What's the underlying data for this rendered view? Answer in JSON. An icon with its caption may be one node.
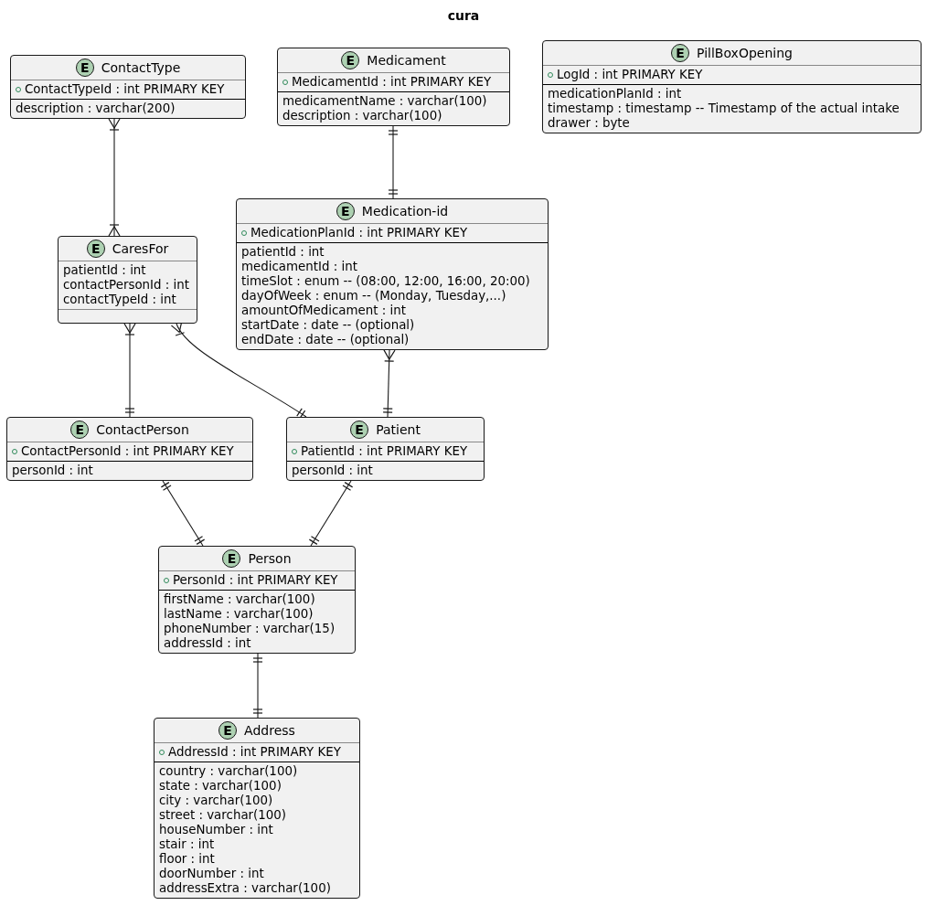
{
  "diagram": {
    "title": "cura",
    "nodes": [
      {
        "text": [
          "E",
          "ContactType",
          "ContactTypeId : int PRIMARY KEY",
          "description : varchar(200)"
        ]
      },
      {
        "text": [
          "E",
          "Medicament",
          "MedicamentId : int PRIMARY KEY",
          "medicamentName : varchar(100)",
          "description : varchar(100)"
        ]
      },
      {
        "text": [
          "E",
          "PillBoxOpening",
          "LogId : int PRIMARY KEY",
          "medicationPlanId : int",
          "timestamp : timestamp -- Timestamp of the actual intake",
          "drawer : byte"
        ]
      },
      {
        "text": [
          "E",
          "CaresFor",
          "patientId : int",
          "contactPersonId : int",
          "contactTypeId : int"
        ]
      },
      {
        "text": [
          "E",
          "Medication-id",
          "MedicationPlanId : int PRIMARY KEY",
          "patientId : int",
          "medicamentId : int",
          "timeSlot : enum -- (08:00, 12:00, 16:00, 20:00)",
          "dayOfWeek : enum -- (Monday, Tuesday,...)",
          "amountOfMedicament : int",
          "startDate : date -- (optional)",
          "endDate : date -- (optional)"
        ]
      },
      {
        "text": [
          "E",
          "ContactPerson",
          "ContactPersonId : int PRIMARY KEY",
          "personId : int"
        ]
      },
      {
        "text": [
          "E",
          "Patient",
          "PatientId : int PRIMARY KEY",
          "personId : int"
        ]
      },
      {
        "text": [
          "E",
          "Person",
          "PersonId : int PRIMARY KEY",
          "firstName : varchar(100)",
          "lastName : varchar(100)",
          "phoneNumber : varchar(15)",
          "addressId : int"
        ]
      },
      {
        "text": [
          "E",
          "Address",
          "AddressId : int PRIMARY KEY",
          "country : varchar(100)",
          "state : varchar(100)",
          "city : varchar(100)",
          "street : varchar(100)",
          "houseNumber : int",
          "stair : int",
          "floor : int",
          "doorNumber : int",
          "addressExtra : varchar(100)"
        ]
      }
    ],
    "edges": [
      {
        "from": 0,
        "to": 3,
        "arrow": "other"
      },
      {
        "from": 1,
        "to": 4,
        "arrow": "other"
      },
      {
        "from": 3,
        "to": 5,
        "arrow": "other"
      },
      {
        "from": 3,
        "to": 6,
        "arrow": "other"
      },
      {
        "from": 4,
        "to": 6,
        "arrow": "other"
      },
      {
        "from": 5,
        "to": 7,
        "arrow": "other"
      },
      {
        "from": 6,
        "to": 7,
        "arrow": "other"
      },
      {
        "from": 7,
        "to": 8,
        "arrow": "other"
      }
    ]
  }
}
